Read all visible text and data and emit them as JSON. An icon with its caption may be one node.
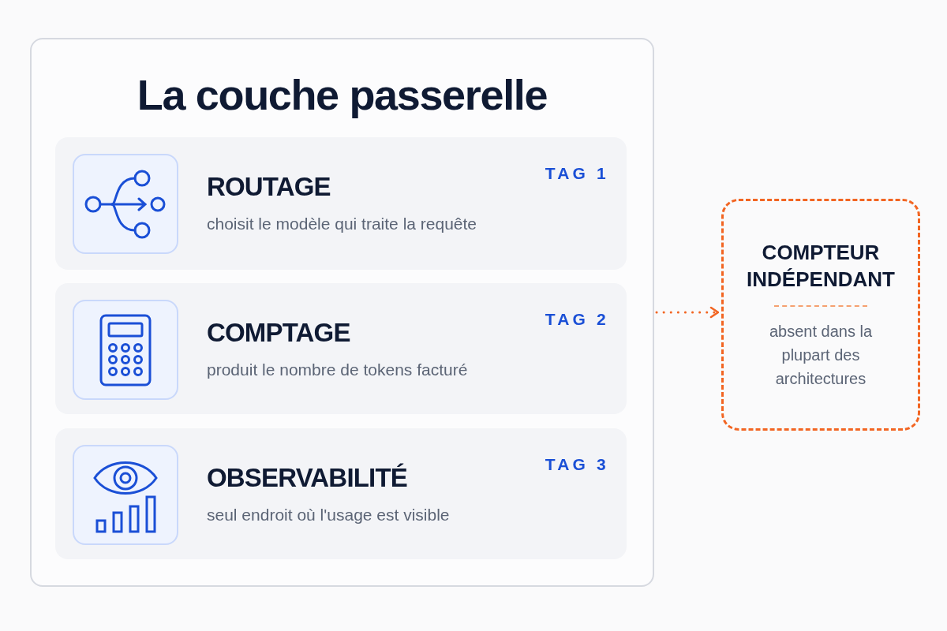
{
  "diagram": {
    "nodes": [
      {
        "text": [
          "La couche passerelle"
        ]
      },
      {
        "text": [
          "ROUTAGE",
          "choisit le modèle qui traite la requête",
          "TAG 1"
        ],
        "in": 0
      },
      {
        "text": [
          "COMPTAGE",
          "produit le nombre de tokens facturé",
          "TAG 2"
        ],
        "in": 0
      },
      {
        "text": [
          "OBSERVABILITÉ",
          "seul endroit où l'usage est visible",
          "TAG 3"
        ],
        "in": 0
      },
      {
        "text": [
          "COMPTEUR INDÉPENDANT",
          "absent dans la plupart des architectures"
        ]
      }
    ],
    "edges": [
      {
        "from": 0,
        "to": 4,
        "arrow": "to",
        "style": "dashed",
        "color": "#f26522"
      }
    ]
  }
}
